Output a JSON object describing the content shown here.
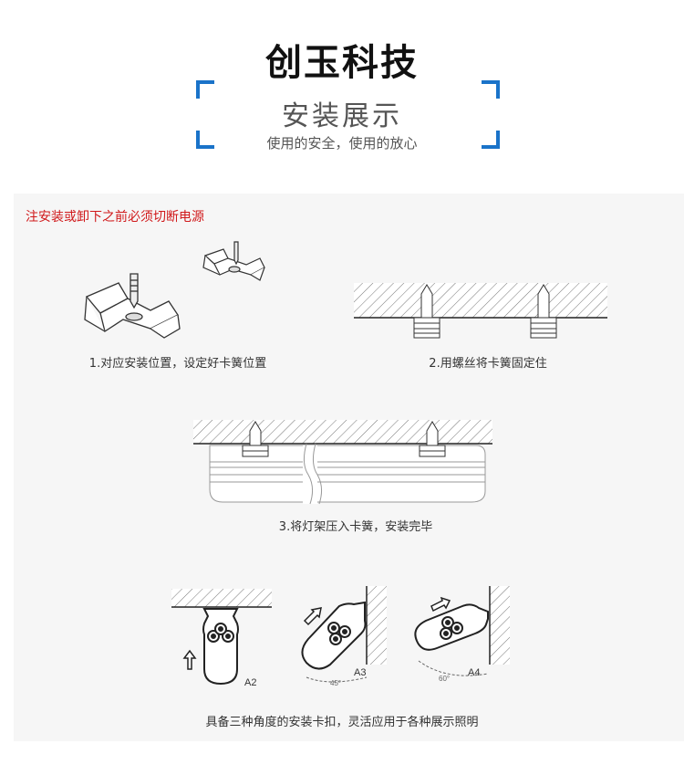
{
  "brand": "创玉科技",
  "section": {
    "title": "安装展示",
    "subtitle": "使用的安全，使用的放心"
  },
  "warning": "注安装或卸下之前必须切断电源",
  "steps": [
    {
      "caption": "1.对应安装位置，设定好卡簧位置"
    },
    {
      "caption": "2.用螺丝将卡簧固定住"
    },
    {
      "caption": "3.将灯架压入卡簧，安装完毕"
    },
    {
      "caption": "具备三种角度的安装卡扣，灵活应用于各种展示照明"
    }
  ],
  "angle_labels": {
    "a2": "A2",
    "a3": "A3",
    "a4": "A4",
    "a3_angle": "45°",
    "a4_angle": "60°"
  },
  "accent_color": "#1a73c9",
  "warning_color": "#d0191b"
}
